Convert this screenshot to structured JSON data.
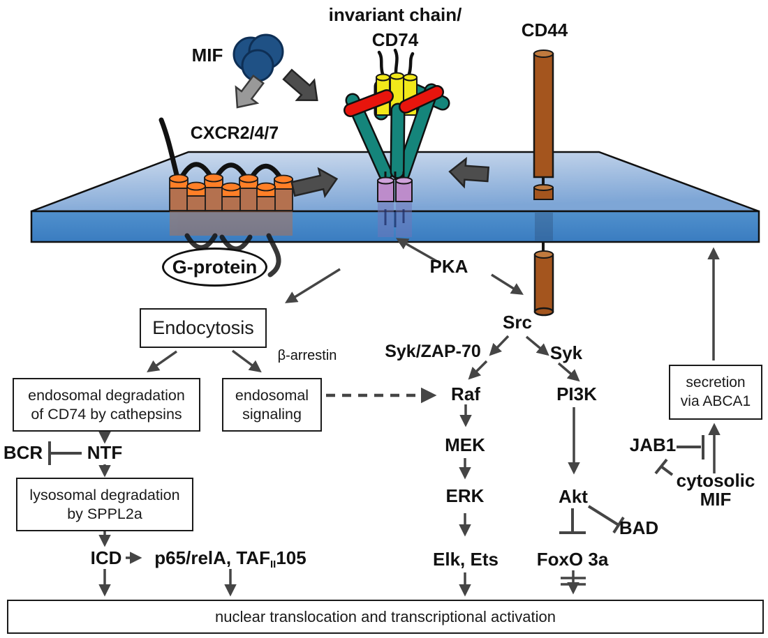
{
  "labels": {
    "invariant_chain_1": "invariant chain/",
    "invariant_chain_2": "CD74",
    "cd44": "CD44",
    "mif": "MIF",
    "cxcr": "CXCR2/4/7",
    "g_protein": "G-protein",
    "pka": "PKA",
    "src": "Src",
    "syk_zap70": "Syk/ZAP-70",
    "syk": "Syk",
    "raf": "Raf",
    "pi3k": "PI3K",
    "mek": "MEK",
    "erk": "ERK",
    "elk_ets": "Elk, Ets",
    "akt": "Akt",
    "bad": "BAD",
    "foxo3a": "FoxO 3a",
    "jab1": "JAB1",
    "cytosolic_mif_1": "cytosolic",
    "cytosolic_mif_2": "MIF",
    "bcr": "BCR",
    "ntf": "NTF",
    "icd": "ICD",
    "p65_prefix": "p65/relA, TAF",
    "p65_sub": "II",
    "p65_suffix": "105",
    "beta_arrestin": "β-arrestin"
  },
  "boxes": {
    "endocytosis": {
      "label": "Endocytosis"
    },
    "endosomal_degradation": {
      "line1": "endosomal degradation",
      "line2": "of CD74 by cathepsins"
    },
    "endosomal_signaling": {
      "line1": "endosomal",
      "line2": "signaling"
    },
    "lysosomal_degradation": {
      "line1": "lysosomal degradation",
      "line2": "by SPPL2a"
    },
    "secretion": {
      "line1": "secretion",
      "line2": "via ABCA1"
    },
    "nuclear": {
      "label": "nuclear translocation and transcriptional activation"
    }
  },
  "colors": {
    "membrane_top": "#a9c2e2",
    "membrane_front": "#4285c6",
    "gpcr_cap_orange": "#ff7f27",
    "gpcr_body_brown": "#b4714f",
    "cd44_brown": "#a4551e",
    "cd44_cap": "#c07a3e",
    "cd74_teal": "#15857b",
    "cd74_red": "#e8150d",
    "cd74_yellow": "#f2e81a",
    "cd74_purple": "#bd8ccb",
    "mif_blue": "#1f5185",
    "block_arrow_dark": "#4d4d4d",
    "block_arrow_light": "#999999",
    "line_color": "#454545"
  }
}
